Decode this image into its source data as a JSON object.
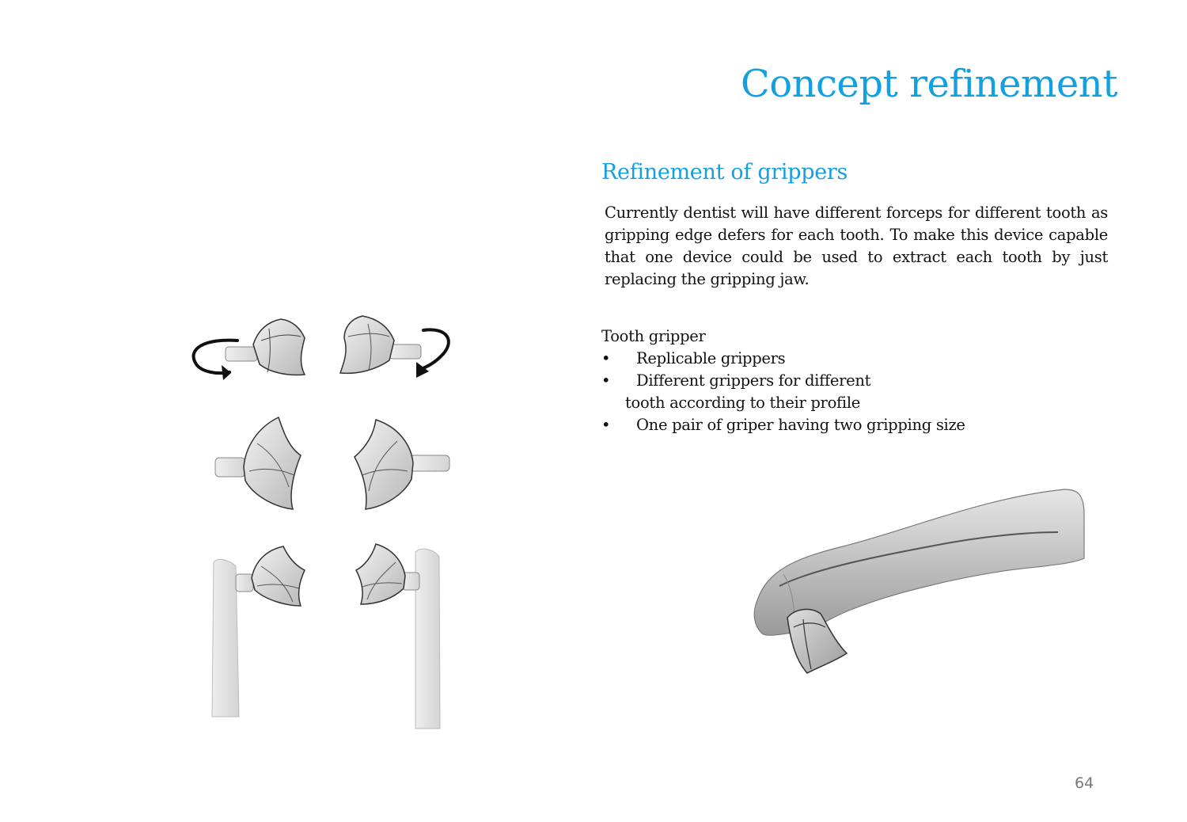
{
  "page": {
    "title": "Concept refinement",
    "section_heading": "Refinement of grippers",
    "paragraph": "Currently dentist will have different forceps for different tooth as gripping edge defers for each tooth. To make this device capable that one device could be used to extract each tooth by just replacing the gripping jaw.",
    "list": {
      "heading": "Tooth gripper",
      "bullet_char": "•",
      "items": [
        "Replicable grippers",
        "Different grippers for different"
      ],
      "continuation": "tooth according to their profile",
      "last_item": "One pair of griper having two gripping size"
    },
    "page_number": "64"
  },
  "colors": {
    "accent": "#12a0e0",
    "sketch_fill": "#dcdcdc",
    "sketch_line": "#333333"
  }
}
